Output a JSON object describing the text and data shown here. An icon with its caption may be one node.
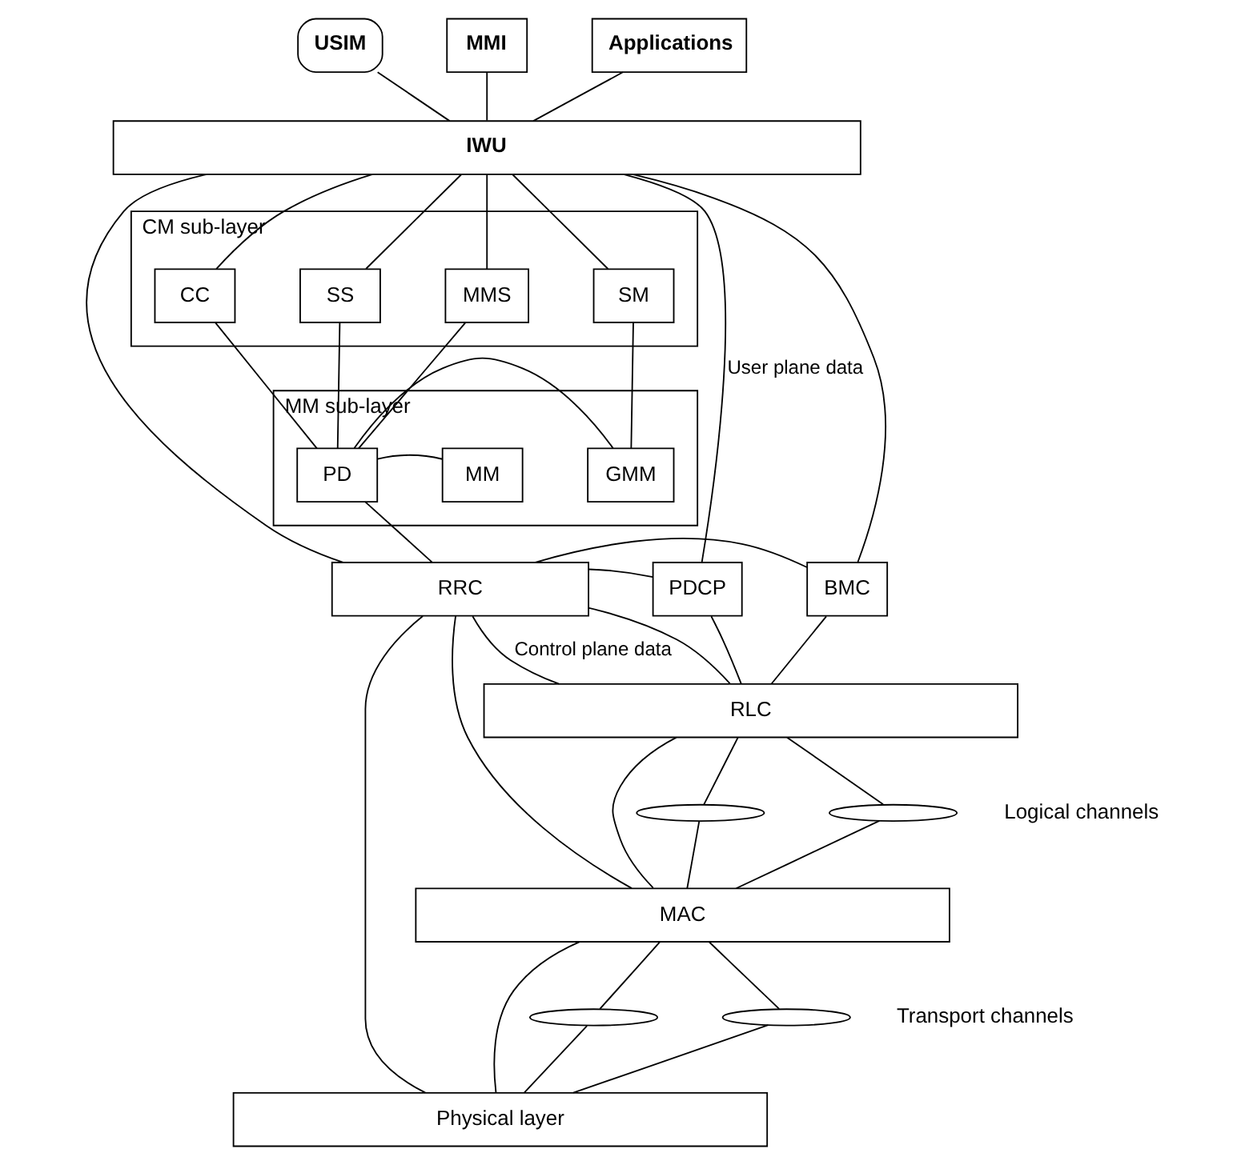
{
  "diagram": {
    "nodes": [
      {
        "text": [
          "USIM"
        ]
      },
      {
        "text": [
          "MMI"
        ]
      },
      {
        "text": [
          "Applications"
        ]
      },
      {
        "text": [
          "IWU"
        ]
      },
      {
        "text": [
          "CM sub-layer"
        ]
      },
      {
        "text": [
          "CC"
        ],
        "in": 4
      },
      {
        "text": [
          "SS"
        ],
        "in": 4
      },
      {
        "text": [
          "MMS"
        ],
        "in": 4
      },
      {
        "text": [
          "SM"
        ],
        "in": 4
      },
      {
        "text": [
          "MM sub-layer"
        ]
      },
      {
        "text": [
          "PD"
        ],
        "in": 9
      },
      {
        "text": [
          "MM"
        ],
        "in": 9
      },
      {
        "text": [
          "GMM"
        ],
        "in": 9
      },
      {
        "text": [
          "RRC"
        ]
      },
      {
        "text": [
          "PDCP"
        ]
      },
      {
        "text": [
          "BMC"
        ]
      },
      {
        "text": [
          "RLC"
        ]
      },
      {
        "text": [],
        "shape": "ellipse"
      },
      {
        "text": [],
        "shape": "ellipse",
        "beside": [
          "Logical channels"
        ]
      },
      {
        "text": [
          "MAC"
        ]
      },
      {
        "text": [],
        "shape": "ellipse"
      },
      {
        "text": [],
        "shape": "ellipse",
        "beside": [
          "Transport channels"
        ]
      },
      {
        "text": [
          "Physical layer"
        ]
      }
    ],
    "edges": [
      {
        "from": 0,
        "to": 3,
        "arrow": "none"
      },
      {
        "from": 1,
        "to": 3,
        "arrow": "none"
      },
      {
        "from": 2,
        "to": 3,
        "arrow": "none"
      },
      {
        "from": 3,
        "to": 5,
        "arrow": "none"
      },
      {
        "from": 3,
        "to": 6,
        "arrow": "none"
      },
      {
        "from": 3,
        "to": 7,
        "arrow": "none"
      },
      {
        "from": 3,
        "to": 8,
        "arrow": "none"
      },
      {
        "from": 3,
        "to": 14,
        "arrow": "none",
        "label": "User plane data"
      },
      {
        "from": 3,
        "to": 15,
        "arrow": "none"
      },
      {
        "from": 3,
        "to": 13,
        "arrow": "none"
      },
      {
        "from": 5,
        "to": 10,
        "arrow": "none"
      },
      {
        "from": 6,
        "to": 10,
        "arrow": "none"
      },
      {
        "from": 7,
        "to": 10,
        "arrow": "none"
      },
      {
        "from": 8,
        "to": 12,
        "arrow": "none"
      },
      {
        "from": 10,
        "to": 11,
        "arrow": "none"
      },
      {
        "from": 10,
        "to": 12,
        "arrow": "none"
      },
      {
        "from": 10,
        "to": 13,
        "arrow": "none"
      },
      {
        "from": 13,
        "to": 15,
        "arrow": "none"
      },
      {
        "from": 13,
        "to": 14,
        "arrow": "none"
      },
      {
        "from": 13,
        "to": 16,
        "arrow": "none",
        "label": "Control plane data"
      },
      {
        "from": 13,
        "to": 16,
        "arrow": "none"
      },
      {
        "from": 13,
        "to": 19,
        "arrow": "none"
      },
      {
        "from": 13,
        "to": 22,
        "arrow": "none"
      },
      {
        "from": 14,
        "to": 16,
        "arrow": "none"
      },
      {
        "from": 15,
        "to": 16,
        "arrow": "none"
      },
      {
        "from": 16,
        "to": 19,
        "arrow": "none"
      },
      {
        "from": 16,
        "to": 17,
        "arrow": "none"
      },
      {
        "from": 17,
        "to": 19,
        "arrow": "none"
      },
      {
        "from": 16,
        "to": 18,
        "arrow": "none"
      },
      {
        "from": 18,
        "to": 19,
        "arrow": "none"
      },
      {
        "from": 19,
        "to": 22,
        "arrow": "none"
      },
      {
        "from": 19,
        "to": 20,
        "arrow": "none"
      },
      {
        "from": 20,
        "to": 22,
        "arrow": "none"
      },
      {
        "from": 19,
        "to": 21,
        "arrow": "none"
      },
      {
        "from": 21,
        "to": 22,
        "arrow": "none"
      }
    ]
  }
}
